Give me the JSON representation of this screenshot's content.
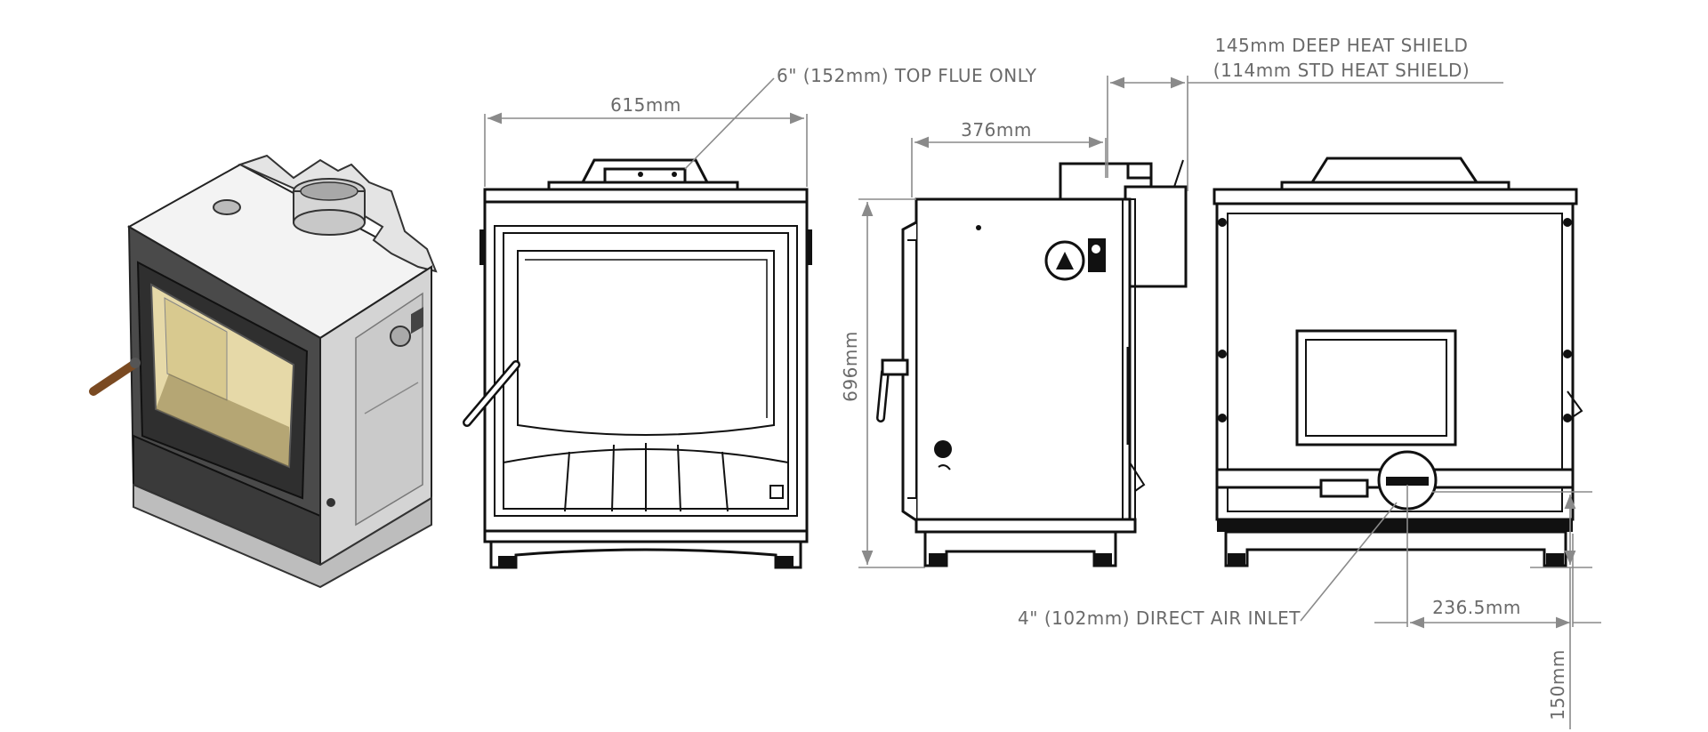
{
  "views": {
    "isometric": "isometric-view",
    "front": "front-view",
    "side": "side-view",
    "rear": "rear-view"
  },
  "dimensions": {
    "width": "615mm",
    "height": "696mm",
    "depth": "376mm",
    "heat_shield_line1": "145mm DEEP HEAT SHIELD",
    "heat_shield_line2": "(114mm STD HEAT SHIELD)",
    "flue": "6\" (152mm) TOP FLUE ONLY",
    "air_inlet": "4\" (102mm) DIRECT AIR INLET",
    "inlet_offset": "236.5mm",
    "inlet_height": "150mm"
  },
  "colors": {
    "line": "#111111",
    "dimension": "#8a8a8a",
    "glass": "#e6d9a8",
    "body_grey": "#cfcfcf",
    "dark_grey": "#3a3a3a"
  }
}
